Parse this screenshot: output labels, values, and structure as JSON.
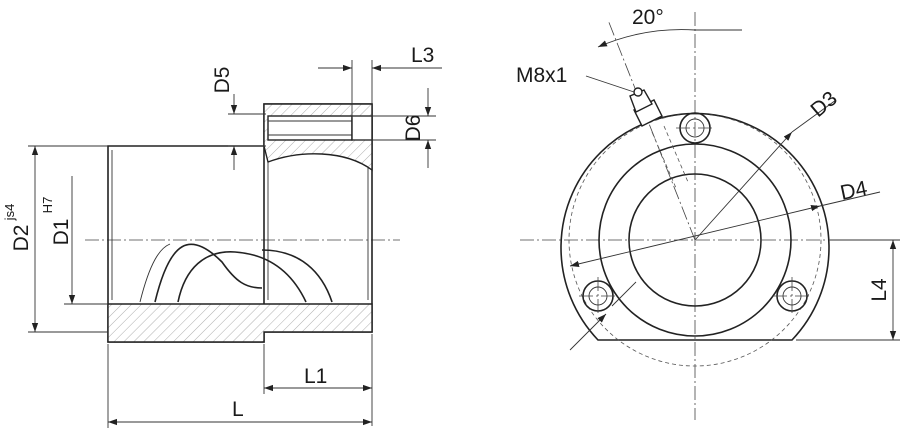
{
  "labels": {
    "d5": "D5",
    "l3": "L3",
    "d6": "D6",
    "d2": "D2",
    "d2_tol": "js4",
    "d1": "D1",
    "d1_tol": "H7",
    "l1": "L1",
    "l": "L",
    "angle": "20°",
    "thread": "M8x1",
    "d3": "D3",
    "d4": "D4",
    "l4": "L4"
  }
}
